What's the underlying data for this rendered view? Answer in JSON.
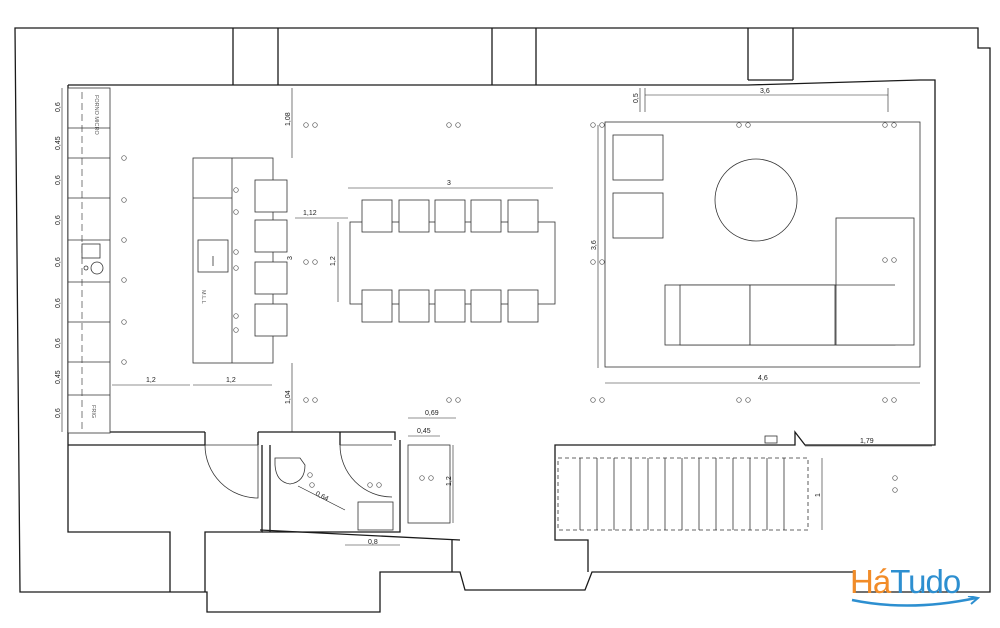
{
  "dimensions": {
    "kitchen_left_col": [
      "0,6",
      "0,45",
      "0,6",
      "0,6",
      "0,6",
      "0,6",
      "0,6",
      "0,45",
      "0,6"
    ],
    "island_width": "1,2",
    "island_clearance": "1,2",
    "island_length": "3",
    "clear_top": "1,08",
    "clear_bottom": "1,04",
    "clear_island_table": "1,12",
    "table_length": "3",
    "table_width": "1,2",
    "living_top_strip": "3,6",
    "living_top_offset": "0,5",
    "living_height": "3,6",
    "living_width": "4,6",
    "wardrobe_width": "0,69",
    "wardrobe_depth": "0,45",
    "wardrobe_length": "1,2",
    "bath_diag": "0,64",
    "sink_width": "0,8",
    "stairs_offset": "1,79",
    "stairs_height": "1"
  },
  "appliance_labels": {
    "oven_micro": "FORNO MICRO",
    "dishwasher": "M.L.L",
    "fridge": "FRIG"
  },
  "logo": {
    "part1": "Há",
    "part2": "Tudo"
  }
}
